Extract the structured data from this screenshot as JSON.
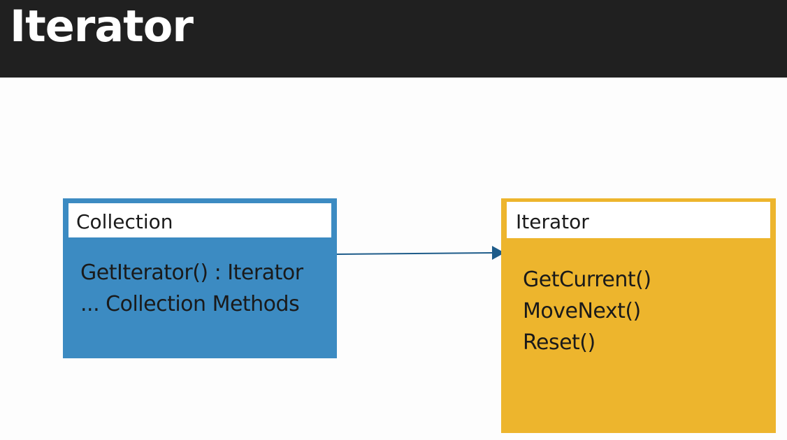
{
  "slide": {
    "title": "Iterator"
  },
  "collection_class": {
    "name": "Collection",
    "members": [
      "GetIterator() : Iterator",
      "... Collection Methods"
    ]
  },
  "iterator_class": {
    "name": "Iterator",
    "members": [
      "GetCurrent()",
      "MoveNext()",
      "Reset()"
    ]
  },
  "colors": {
    "title_bar": "#202020",
    "title_text": "#ffffff",
    "collection_fill": "#3c8bc2",
    "iterator_fill": "#edb52d",
    "header_fill": "#ffffff",
    "arrow": "#1e5c8a",
    "background": "#fdfdfd"
  }
}
